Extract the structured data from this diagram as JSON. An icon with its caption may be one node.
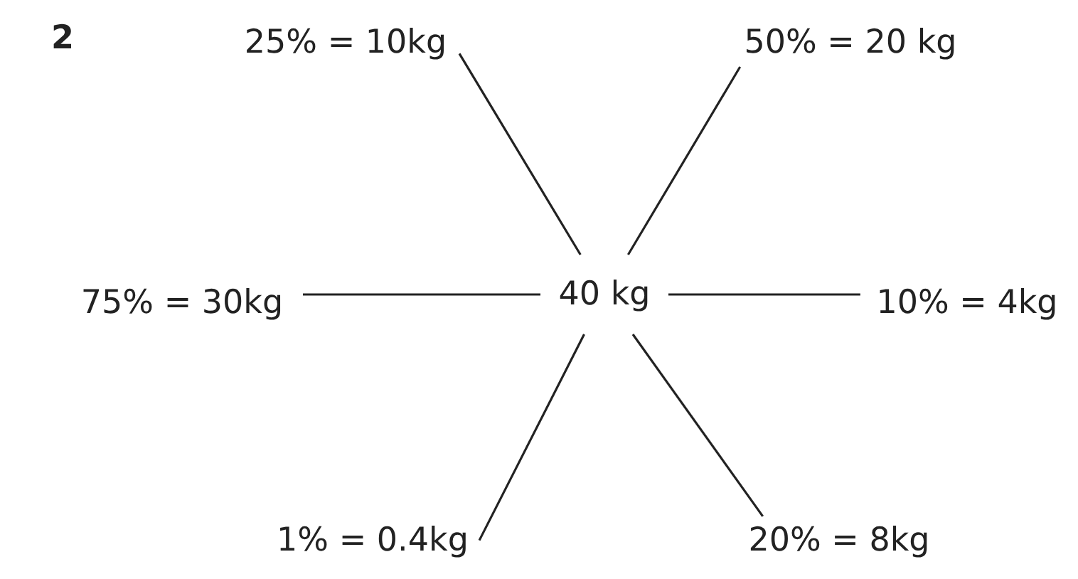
{
  "diagram": {
    "nodes": [
      {
        "text": [
          "40 kg"
        ]
      },
      {
        "text": [
          "25% = 10kg"
        ]
      },
      {
        "text": [
          "50% = 20 kg"
        ]
      },
      {
        "text": [
          "75% = 30kg"
        ]
      },
      {
        "text": [
          "10% = 4kg"
        ]
      },
      {
        "text": [
          "1% = 0.4kg"
        ]
      },
      {
        "text": [
          "20% = 8kg"
        ]
      }
    ],
    "edges": [
      {
        "from": 0,
        "to": 1,
        "arrow": "none"
      },
      {
        "from": 0,
        "to": 2,
        "arrow": "none"
      },
      {
        "from": 0,
        "to": 3,
        "arrow": "none"
      },
      {
        "from": 0,
        "to": 4,
        "arrow": "none"
      },
      {
        "from": 0,
        "to": 5,
        "arrow": "none"
      },
      {
        "from": 0,
        "to": 6,
        "arrow": "none"
      }
    ],
    "labels": [
      "2"
    ]
  }
}
